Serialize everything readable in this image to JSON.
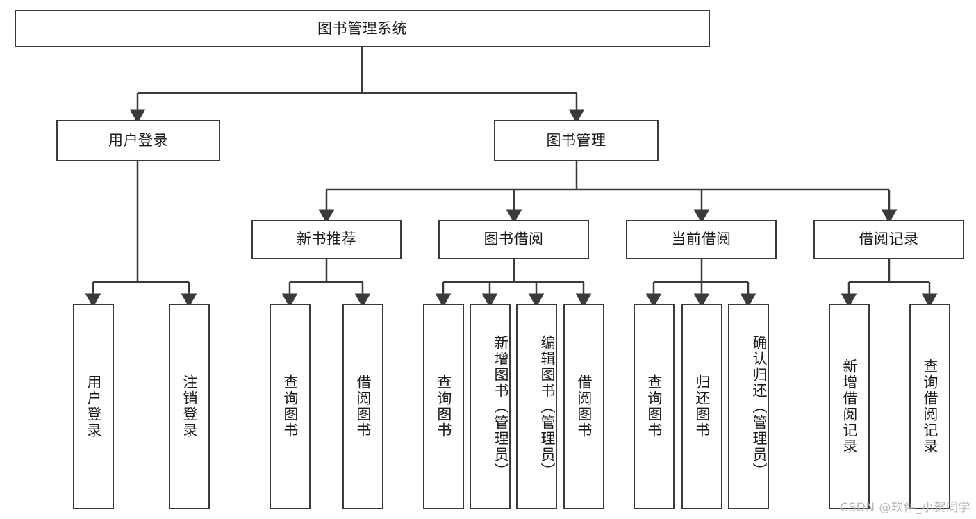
{
  "diagram": {
    "type": "tree-hierarchy",
    "title": "图书管理系统",
    "accent_color": "#3a3a3a",
    "background": "#ffffff",
    "watermark": "CSDN @软件_小贺同学",
    "nodes": {
      "root": {
        "label": "图书管理系统"
      },
      "level2": [
        {
          "label": "用户登录"
        },
        {
          "label": "图书管理"
        }
      ],
      "level3": [
        {
          "label": "新书推荐"
        },
        {
          "label": "图书借阅"
        },
        {
          "label": "当前借阅"
        },
        {
          "label": "借阅记录"
        }
      ],
      "leaves": {
        "user_login": [
          {
            "label": "用户登录"
          },
          {
            "label": "注销登录"
          }
        ],
        "new_book_recommend": [
          {
            "label": "查询图书"
          },
          {
            "label": "借阅图书"
          }
        ],
        "book_borrow": [
          {
            "label": "查询图书"
          },
          {
            "label": "新增图书（管理员）"
          },
          {
            "label": "编辑图书（管理员）"
          },
          {
            "label": "借阅图书"
          }
        ],
        "current_borrow": [
          {
            "label": "查询图书"
          },
          {
            "label": "归还图书"
          },
          {
            "label": "确认归还（管理员）"
          }
        ],
        "borrow_record": [
          {
            "label": "新增借阅记录"
          },
          {
            "label": "查询借阅记录"
          }
        ]
      }
    }
  }
}
